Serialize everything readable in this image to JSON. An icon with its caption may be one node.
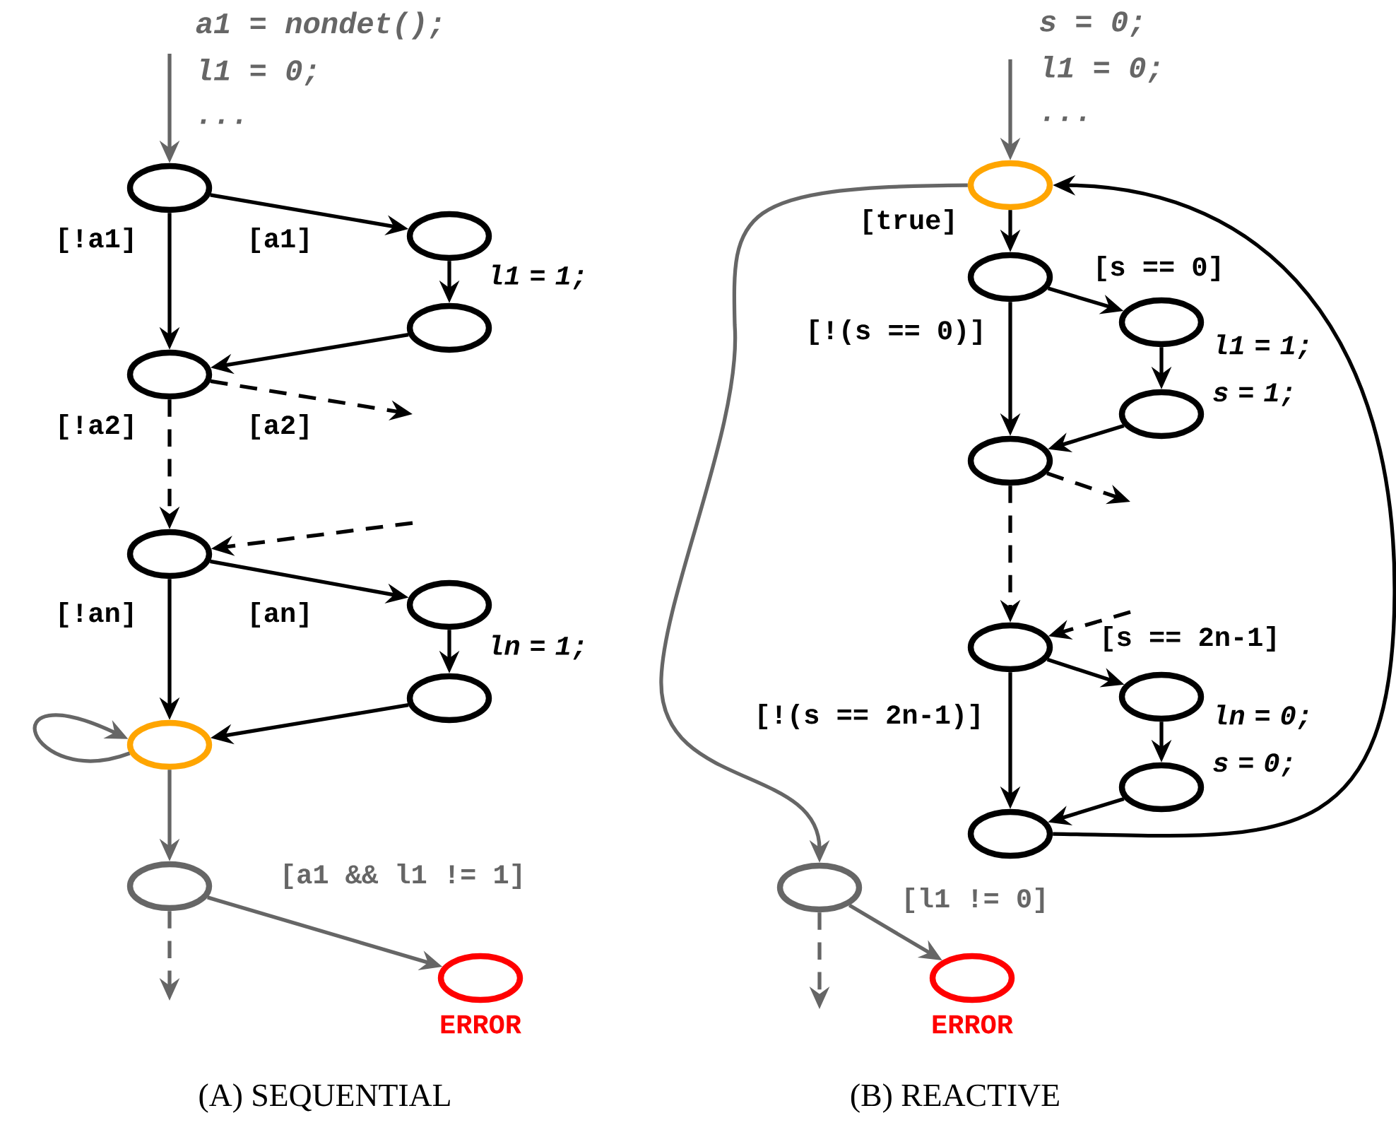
{
  "diagram": {
    "nodes": [
      {
        "text": [],
        "shape": "ellipse"
      },
      {
        "text": [],
        "shape": "ellipse"
      },
      {
        "text": [],
        "shape": "ellipse"
      },
      {
        "text": [],
        "shape": "ellipse"
      },
      {
        "text": [],
        "shape": "ellipse"
      },
      {
        "text": [],
        "shape": "ellipse"
      },
      {
        "text": [],
        "shape": "ellipse"
      },
      {
        "text": [],
        "shape": "ellipse"
      },
      {
        "text": [],
        "shape": "ellipse"
      },
      {
        "text": [],
        "shape": "ellipse",
        "beside": [
          "ERROR"
        ]
      },
      {
        "text": [],
        "shape": "ellipse"
      },
      {
        "text": [],
        "shape": "ellipse"
      },
      {
        "text": [],
        "shape": "ellipse"
      },
      {
        "text": [],
        "shape": "ellipse"
      },
      {
        "text": [],
        "shape": "ellipse"
      },
      {
        "text": [],
        "shape": "ellipse"
      },
      {
        "text": [],
        "shape": "ellipse"
      },
      {
        "text": [],
        "shape": "ellipse"
      },
      {
        "text": [],
        "shape": "ellipse"
      },
      {
        "text": [],
        "shape": "ellipse"
      },
      {
        "text": [],
        "shape": "ellipse",
        "beside": [
          "ERROR"
        ]
      }
    ],
    "edges": [
      {
        "from": null,
        "to": 0,
        "arrow": "to",
        "color": "#666666"
      },
      {
        "from": 0,
        "to": 3,
        "arrow": "to",
        "label": "[!a1]"
      },
      {
        "from": 0,
        "to": 1,
        "arrow": "to",
        "label": "[a1]"
      },
      {
        "from": 1,
        "to": 2,
        "arrow": "to",
        "label": "l1 = 1;"
      },
      {
        "from": 2,
        "to": 3,
        "arrow": "to"
      },
      {
        "from": 3,
        "to": null,
        "arrow": "to",
        "style": "dashed",
        "label": "[a2]"
      },
      {
        "from": 3,
        "to": 4,
        "arrow": "to",
        "style": "dashed",
        "label": "[!a2]"
      },
      {
        "from": null,
        "to": 4,
        "arrow": "to",
        "style": "dashed"
      },
      {
        "from": 4,
        "to": 7,
        "arrow": "to",
        "label": "[!an]"
      },
      {
        "from": 4,
        "to": 5,
        "arrow": "to",
        "label": "[an]"
      },
      {
        "from": 5,
        "to": 6,
        "arrow": "to",
        "label": "ln = 1;"
      },
      {
        "from": 6,
        "to": 7,
        "arrow": "to"
      },
      {
        "from": 7,
        "to": 7,
        "arrow": "to",
        "color": "#666666"
      },
      {
        "from": 7,
        "to": 8,
        "arrow": "to",
        "color": "#666666"
      },
      {
        "from": 8,
        "to": 9,
        "arrow": "to",
        "color": "#666666",
        "label": "[a1 && l1 != 1]"
      },
      {
        "from": 8,
        "to": null,
        "arrow": "to",
        "style": "dashed",
        "color": "#666666"
      },
      {
        "from": null,
        "to": 10,
        "arrow": "to",
        "color": "#666666"
      },
      {
        "from": 10,
        "to": 11,
        "arrow": "to",
        "label": "[true]"
      },
      {
        "from": 11,
        "to": 14,
        "arrow": "to",
        "label": "[!(s == 0)]"
      },
      {
        "from": 11,
        "to": 12,
        "arrow": "to",
        "label": "[s == 0]"
      },
      {
        "from": 12,
        "to": 13,
        "arrow": "to",
        "label": "l1 = 1; s = 1;"
      },
      {
        "from": 13,
        "to": 14,
        "arrow": "to"
      },
      {
        "from": 14,
        "to": null,
        "arrow": "to",
        "style": "dashed"
      },
      {
        "from": 14,
        "to": 15,
        "arrow": "to",
        "style": "dashed"
      },
      {
        "from": null,
        "to": 15,
        "arrow": "to",
        "style": "dashed"
      },
      {
        "from": 15,
        "to": 18,
        "arrow": "to",
        "label": "[!(s == 2n-1)]"
      },
      {
        "from": 15,
        "to": 16,
        "arrow": "to",
        "label": "[s == 2n-1]"
      },
      {
        "from": 16,
        "to": 17,
        "arrow": "to",
        "label": "ln = 0; s = 0;"
      },
      {
        "from": 17,
        "to": 18,
        "arrow": "to"
      },
      {
        "from": 18,
        "to": 10,
        "arrow": "to"
      },
      {
        "from": 10,
        "to": 19,
        "arrow": "to",
        "color": "#666666"
      },
      {
        "from": 19,
        "to": 20,
        "arrow": "to",
        "color": "#666666",
        "label": "[l1 != 0]"
      },
      {
        "from": 19,
        "to": null,
        "arrow": "to",
        "style": "dashed",
        "color": "#666666"
      }
    ],
    "labels": [
      "a1 = nondet();",
      "l1 = 0;",
      "...",
      "s = 0;",
      "l1 = 0;",
      "...",
      "(A) SEQUENTIAL",
      "(B) REACTIVE"
    ]
  }
}
